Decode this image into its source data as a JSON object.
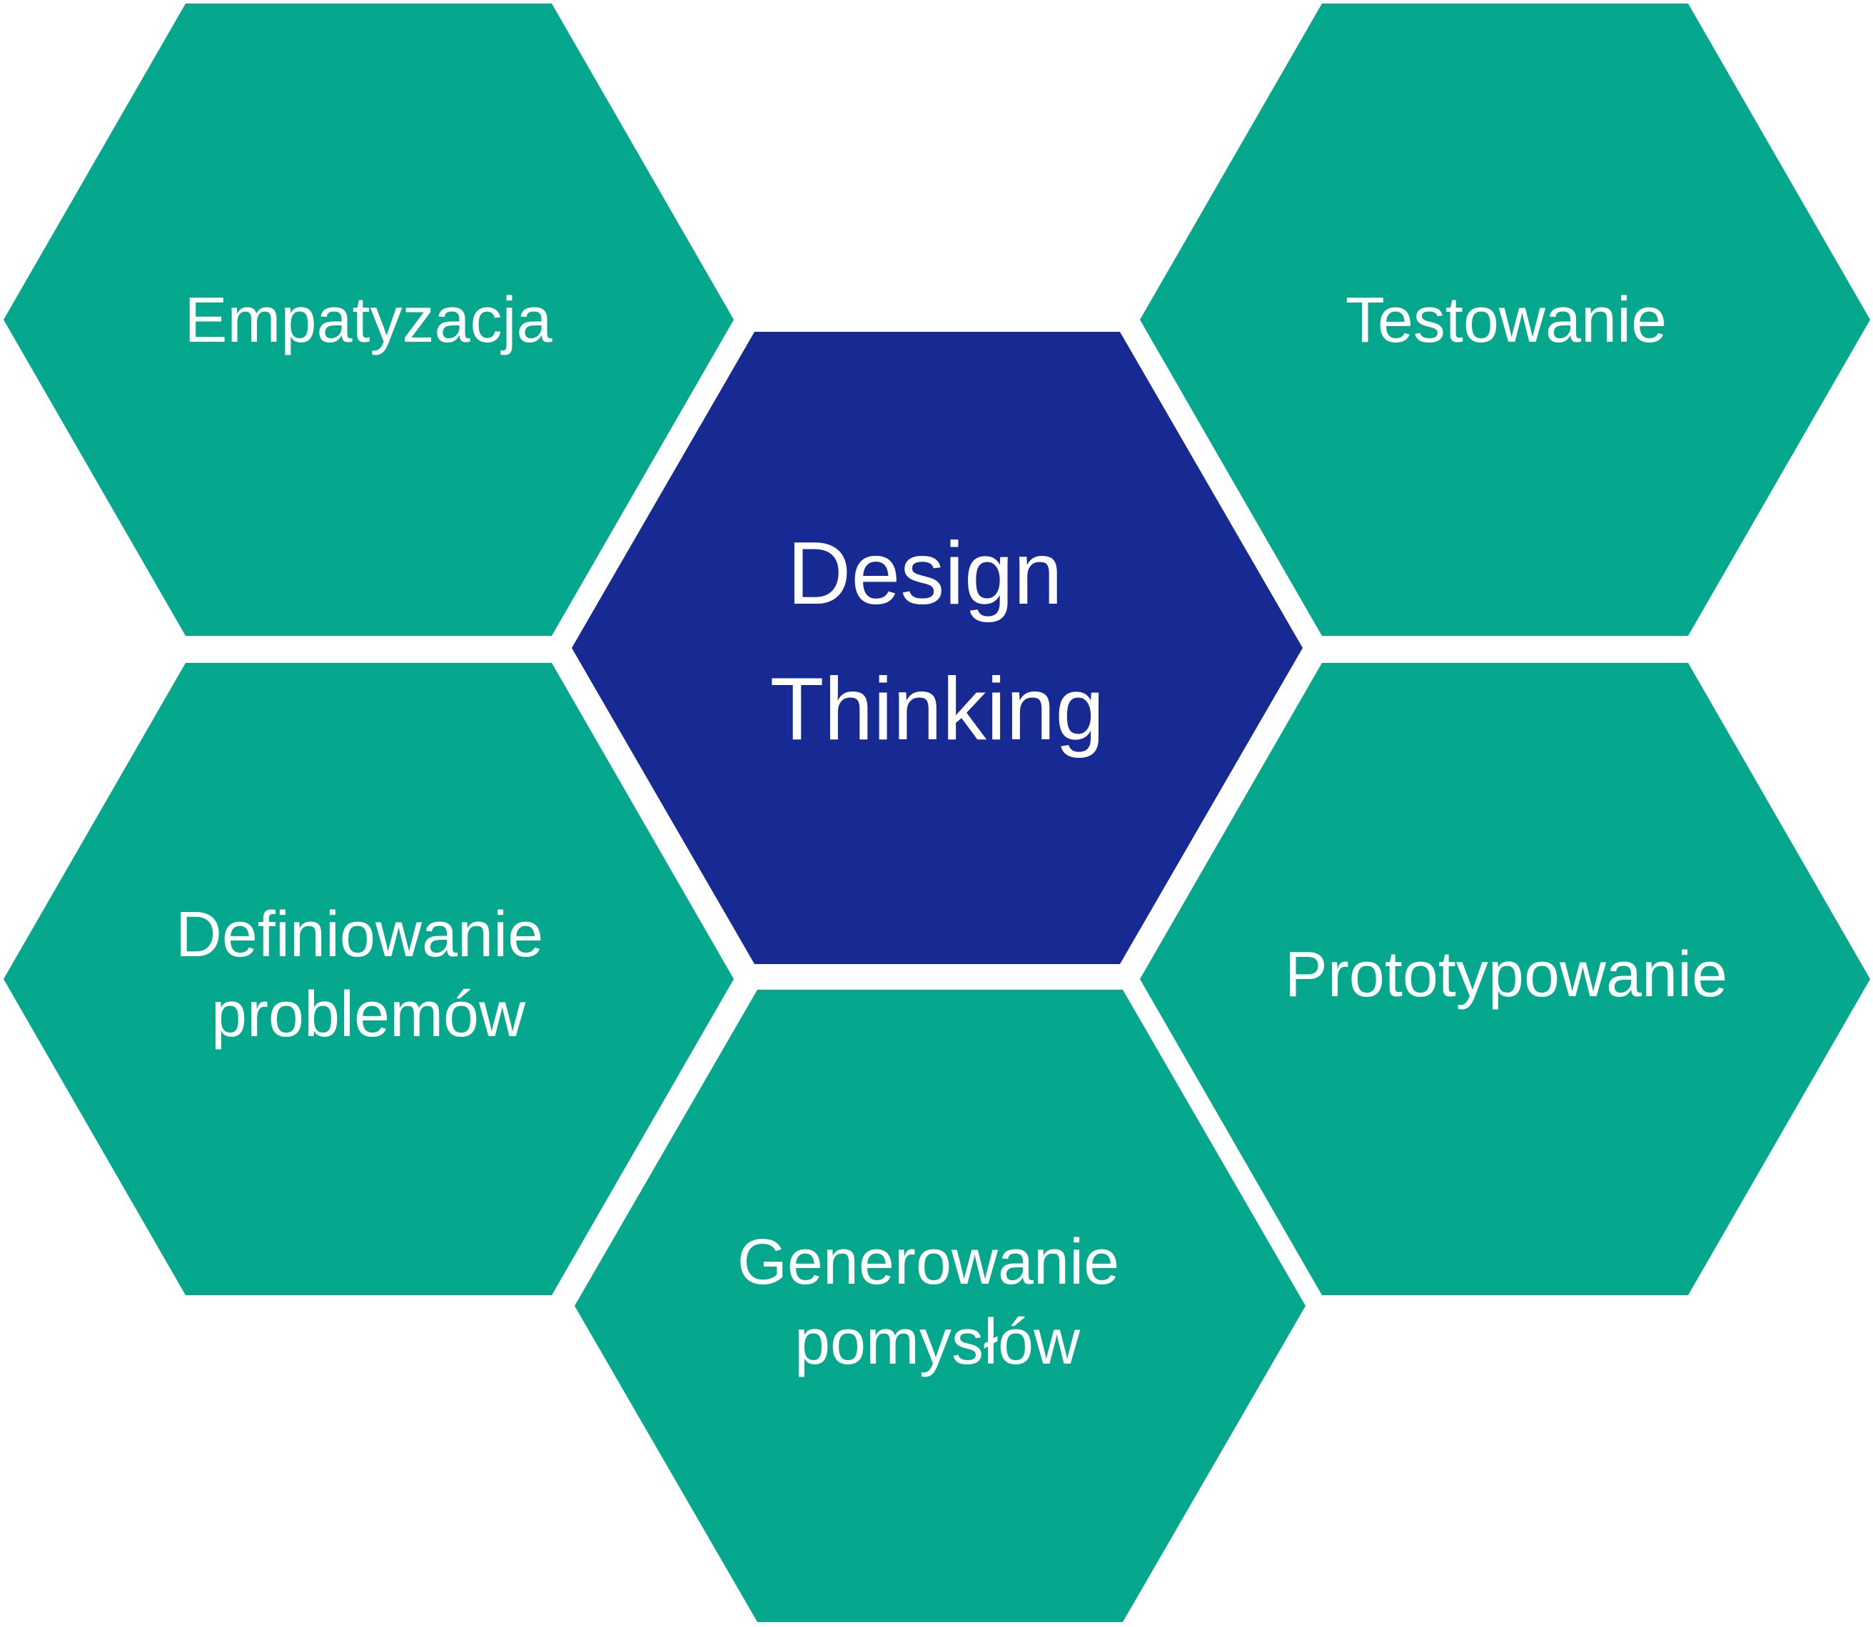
{
  "colors": {
    "stage": "#05a88c",
    "center": "#172a94",
    "background": "#ffffff",
    "text": "#ffffff"
  },
  "center": {
    "lines": [
      "Design",
      "Thinking"
    ]
  },
  "stages": {
    "empathize": {
      "lines": [
        "Empatyzacja"
      ]
    },
    "test": {
      "lines": [
        "Testowanie"
      ]
    },
    "define": {
      "lines": [
        "Definiowanie",
        "problemów"
      ]
    },
    "prototype": {
      "lines": [
        "Prototypowanie"
      ]
    },
    "ideate": {
      "lines": [
        "Generowanie",
        "pomysłów"
      ]
    }
  }
}
